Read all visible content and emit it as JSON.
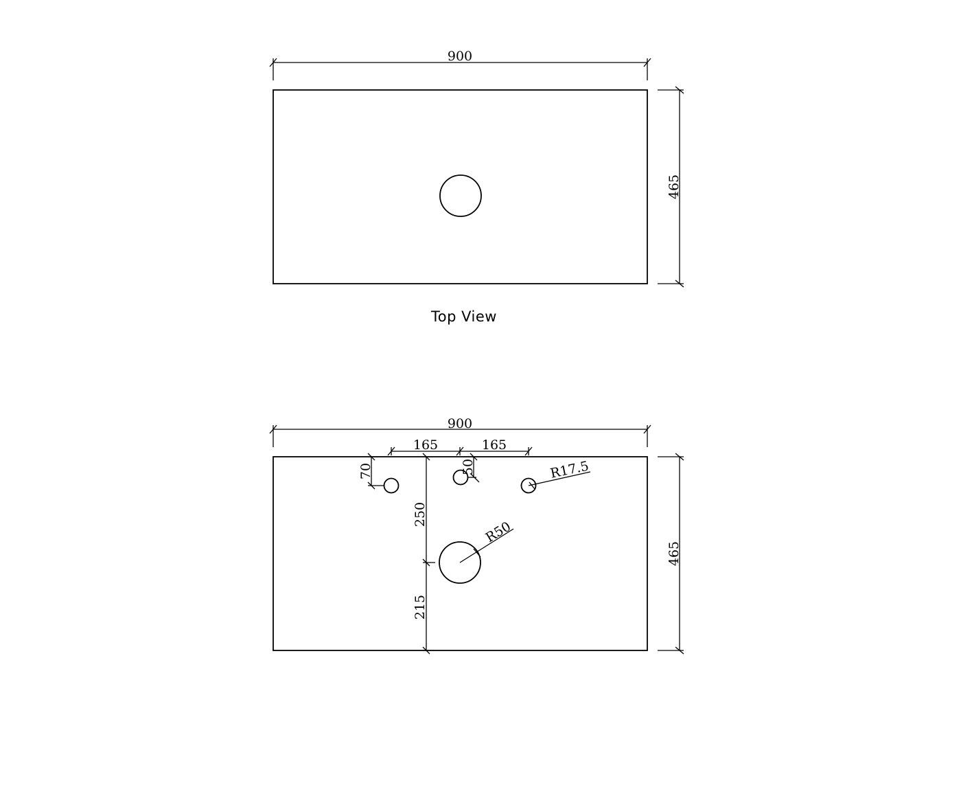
{
  "top_view": {
    "caption": "Top View",
    "width_dim": "900",
    "height_dim": "465"
  },
  "bottom_view": {
    "width_dim": "900",
    "height_dim": "465",
    "spacing_left": "165",
    "spacing_right": "165",
    "left_hole_offset": "70",
    "center_hole_offset": "50",
    "tap_hole_radius": "R17.5",
    "basin_hole_radius": "R50",
    "upper_vertical": "250",
    "lower_vertical": "215"
  },
  "colors": {
    "line": "#000000",
    "background": "#ffffff"
  }
}
